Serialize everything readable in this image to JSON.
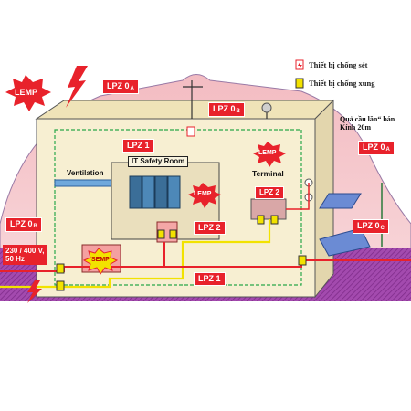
{
  "legend": {
    "lightning_arrester": "Thiết bị chống sét",
    "surge_protector": "Thiết bị chống xung"
  },
  "note": {
    "line1": "Quả cầu lăn“ bán",
    "line2": "Kính 20m"
  },
  "zones": {
    "lpz0a_top": {
      "main": "LPZ 0",
      "sub": "A"
    },
    "lpz0b_roof": {
      "main": "LPZ 0",
      "sub": "B"
    },
    "lpz0a_right": {
      "main": "LPZ 0",
      "sub": "A"
    },
    "lpz0b_left": {
      "main": "LPZ 0",
      "sub": "B"
    },
    "lpz0c_right": {
      "main": "LPZ 0",
      "sub": "C"
    },
    "lpz1_inner": "LPZ 1",
    "lpz1_bottom": "LPZ 1",
    "lpz2_room": "LPZ 2",
    "lpz2_terminal": "LPZ 2"
  },
  "labels": {
    "ventilation": "Ventilation",
    "it_room": "IT Safety Room",
    "terminal": "Terminal",
    "power_line1": "230 / 400 V,",
    "power_line2": "50 Hz",
    "lemp": "LEMP",
    "semp": "SEMP"
  },
  "colors": {
    "zone_red": "#e8222b",
    "sky_pink": "#f6c9cd",
    "building_beige": "#f7efd2",
    "ground_purple": "#9b3fa6",
    "cable_red": "#e8222b",
    "cable_yellow": "#f2e200"
  }
}
